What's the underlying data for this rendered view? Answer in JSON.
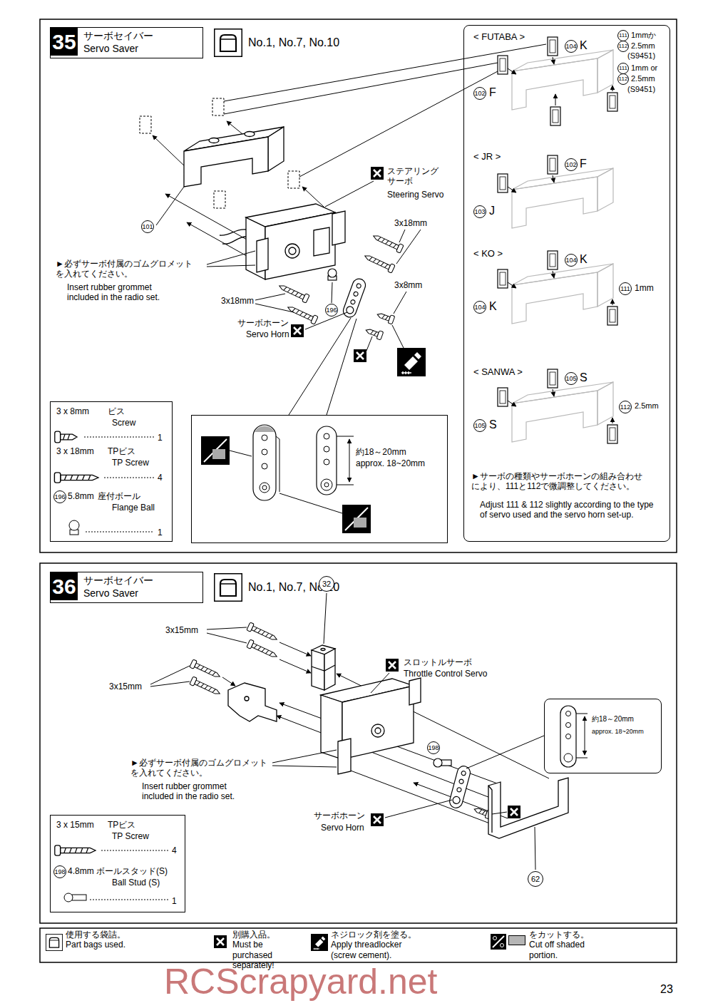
{
  "diagram": {
    "nodes": [
      {
        "text": [
          "35",
          "サーボセイバー",
          "Servo Saver"
        ]
      },
      {
        "text": [
          "No.1, No.7, No.10"
        ]
      },
      {
        "text": [
          "►サーボの種類やサーボホーンの組み合わせ により、111と112で微調整してください。",
          "Adjust 111 & 112 slightly according to the type of servo used and the servo horn set-up."
        ]
      },
      {
        "text": [
          "3 x 8mm",
          "ビス",
          "Screw",
          "1",
          "3 x 18mm",
          "TPビス",
          "TP Screw",
          "4",
          "196",
          "5.8mm",
          "座付ボール",
          "Flange Ball",
          "1"
        ]
      },
      {
        "text": [
          "約18～20mm",
          "approx. 18~20mm"
        ]
      },
      {
        "text": [
          "36",
          "サーボセイバー",
          "Servo Saver"
        ]
      },
      {
        "text": [
          "No.1, No.7, No.10"
        ]
      },
      {
        "text": [
          "3 x 15mm",
          "TPビス",
          "TP Screw",
          "4",
          "198",
          "4.8mm",
          "ボールスタッド(S)",
          "Ball Stud (S)",
          "1"
        ]
      },
      {
        "text": [
          "約18～20mm",
          "approx. 18~20mm"
        ]
      }
    ],
    "labels": [
      "101",
      "ステアリング サーボ",
      "Steering Servo",
      "3x18mm",
      "3x18mm",
      "3x8mm",
      "196",
      "►必ずサーボ付属のゴムグロメット を入れてください。",
      "Insert rubber grommet included in the radio set.",
      "サーボホーン",
      "Servo Horn",
      "< FUTABA >",
      "104",
      "K",
      "111",
      "1mmか",
      "112",
      "2.5mm",
      "(S9451)",
      "111",
      "1mm or",
      "112",
      "2.5mm",
      "(S9451)",
      "102",
      "F",
      "< JR >",
      "102",
      "F",
      "103",
      "J",
      "< KO >",
      "104",
      "K",
      "111",
      "1mm",
      "104",
      "K",
      "< SANWA >",
      "105",
      "S",
      "112",
      "2.5mm",
      "105",
      "S",
      "32",
      "3x15mm",
      "3x15mm",
      "スロットルサーボ",
      "Throttle Control Servo",
      "198",
      "►必ずサーボ付属のゴムグロメット を入れてください。",
      "Insert rubber grommet included in the radio set.",
      "サーボホーン",
      "Servo Horn",
      "62",
      "23",
      "RCScrapyard.net"
    ],
    "legend": [
      {
        "text": "使用する袋詰。 Part bags used."
      },
      {
        "text": "別購入品。 Must be purchased separately!"
      },
      {
        "text": "ネジロック剤を塗る。 Apply threadlocker (screw cement)."
      },
      {
        "text": "をカットする。 Cut off shaded portion.",
        "color": "#b5b5b5"
      }
    ]
  }
}
